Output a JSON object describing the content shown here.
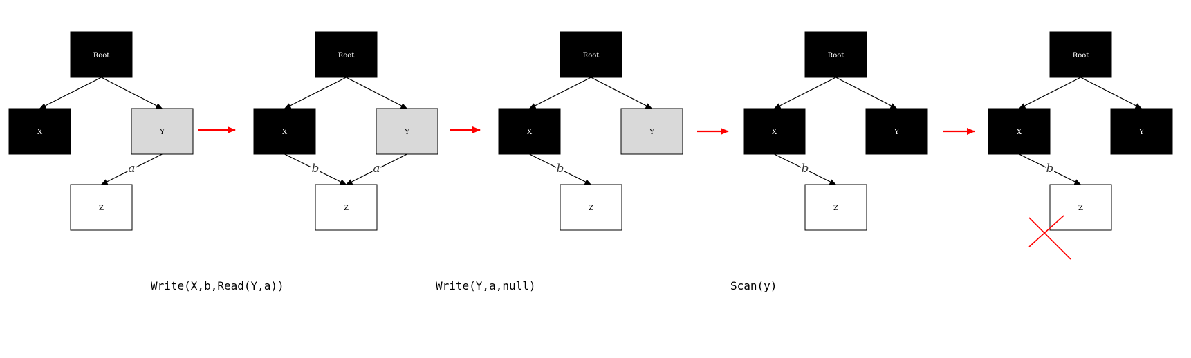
{
  "diagram": {
    "colors": {
      "black_node": "#000000",
      "gray_node": "#d9d9d9",
      "white_node": "#ffffff",
      "edge": "#000000",
      "transition_arrow": "#ff0000",
      "cross_mark": "#ff0000"
    },
    "stages": [
      {
        "nodes": [
          {
            "id": "root",
            "label": "Root",
            "fill": "black"
          },
          {
            "id": "x",
            "label": "X",
            "fill": "black"
          },
          {
            "id": "y",
            "label": "Y",
            "fill": "gray"
          },
          {
            "id": "z",
            "label": "Z",
            "fill": "white"
          }
        ],
        "edges": [
          {
            "from": "root",
            "to": "x",
            "label": ""
          },
          {
            "from": "root",
            "to": "y",
            "label": ""
          },
          {
            "from": "y",
            "to": "z",
            "label": "a"
          }
        ]
      },
      {
        "nodes": [
          {
            "id": "root",
            "label": "Root",
            "fill": "black"
          },
          {
            "id": "x",
            "label": "X",
            "fill": "black"
          },
          {
            "id": "y",
            "label": "Y",
            "fill": "gray"
          },
          {
            "id": "z",
            "label": "Z",
            "fill": "white"
          }
        ],
        "edges": [
          {
            "from": "root",
            "to": "x",
            "label": ""
          },
          {
            "from": "root",
            "to": "y",
            "label": ""
          },
          {
            "from": "x",
            "to": "z",
            "label": "b"
          },
          {
            "from": "y",
            "to": "z",
            "label": "a"
          }
        ]
      },
      {
        "nodes": [
          {
            "id": "root",
            "label": "Root",
            "fill": "black"
          },
          {
            "id": "x",
            "label": "X",
            "fill": "black"
          },
          {
            "id": "y",
            "label": "Y",
            "fill": "gray"
          },
          {
            "id": "z",
            "label": "Z",
            "fill": "white"
          }
        ],
        "edges": [
          {
            "from": "root",
            "to": "x",
            "label": ""
          },
          {
            "from": "root",
            "to": "y",
            "label": ""
          },
          {
            "from": "x",
            "to": "z",
            "label": "b"
          }
        ]
      },
      {
        "nodes": [
          {
            "id": "root",
            "label": "Root",
            "fill": "black"
          },
          {
            "id": "x",
            "label": "X",
            "fill": "black"
          },
          {
            "id": "y",
            "label": "Y",
            "fill": "black"
          },
          {
            "id": "z",
            "label": "Z",
            "fill": "white"
          }
        ],
        "edges": [
          {
            "from": "root",
            "to": "x",
            "label": ""
          },
          {
            "from": "root",
            "to": "y",
            "label": ""
          },
          {
            "from": "x",
            "to": "z",
            "label": "b"
          }
        ]
      },
      {
        "nodes": [
          {
            "id": "root",
            "label": "Root",
            "fill": "black"
          },
          {
            "id": "x",
            "label": "X",
            "fill": "black"
          },
          {
            "id": "y",
            "label": "Y",
            "fill": "black"
          },
          {
            "id": "z",
            "label": "Z",
            "fill": "white"
          }
        ],
        "edges": [
          {
            "from": "root",
            "to": "x",
            "label": ""
          },
          {
            "from": "root",
            "to": "y",
            "label": ""
          },
          {
            "from": "x",
            "to": "z",
            "label": "b"
          }
        ],
        "z_deleted": true
      }
    ],
    "captions": [
      "Write(X,b,Read(Y,a))",
      "Write(Y,a,null)",
      "Scan(y)"
    ]
  }
}
